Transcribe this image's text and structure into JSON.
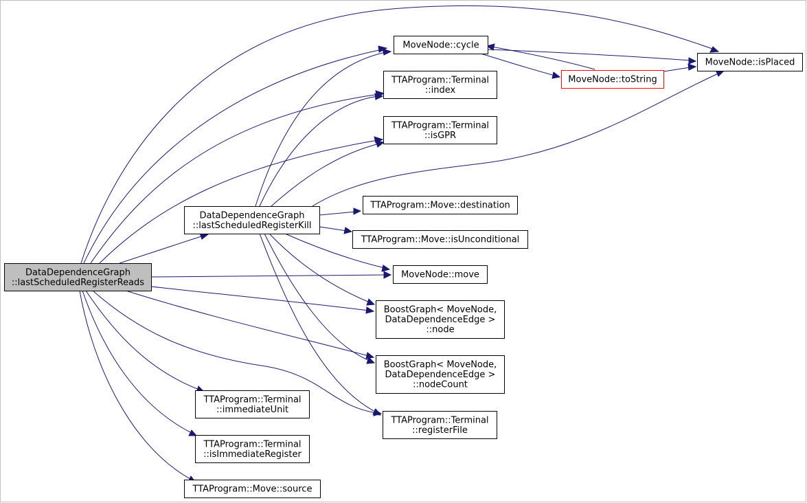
{
  "nodes": {
    "root": [
      "DataDependenceGraph",
      "::lastScheduledRegisterReads"
    ],
    "kill": [
      "DataDependenceGraph",
      "::lastScheduledRegisterKill"
    ],
    "cycle": [
      "MoveNode::cycle"
    ],
    "isPlaced": [
      "MoveNode::isPlaced"
    ],
    "toString": [
      "MoveNode::toString"
    ],
    "index": [
      "TTAProgram::Terminal",
      "::index"
    ],
    "isGPR": [
      "TTAProgram::Terminal",
      "::isGPR"
    ],
    "destination": [
      "TTAProgram::Move::destination"
    ],
    "isUnconditional": [
      "TTAProgram::Move::isUnconditional"
    ],
    "move": [
      "MoveNode::move"
    ],
    "node": [
      "BoostGraph< MoveNode,",
      "DataDependenceEdge >",
      "::node"
    ],
    "nodeCount": [
      "BoostGraph< MoveNode,",
      "DataDependenceEdge >",
      "::nodeCount"
    ],
    "immediateUnit": [
      "TTAProgram::Terminal",
      "::immediateUnit"
    ],
    "registerFile": [
      "TTAProgram::Terminal",
      "::registerFile"
    ],
    "isImmediateRegister": [
      "TTAProgram::Terminal",
      "::isImmediateRegister"
    ],
    "source": [
      "TTAProgram::Move::source"
    ]
  },
  "colors": {
    "edge": "#191970",
    "root_fill": "#bfbfbf",
    "node_border": "#000000",
    "highlight_border": "#ff0000"
  }
}
